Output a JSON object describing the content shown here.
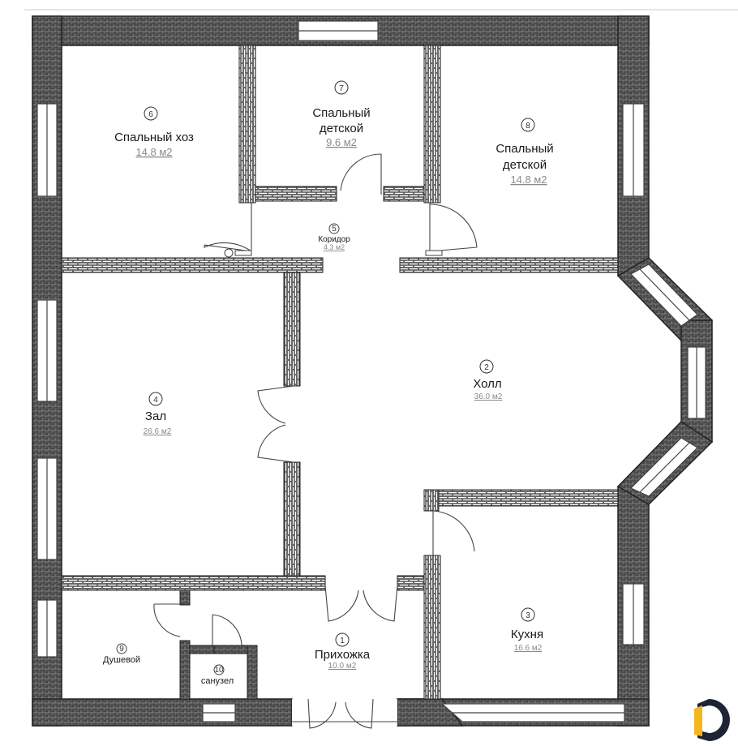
{
  "colors": {
    "wall": "#5c5c5c",
    "brick": "#b8b8b8",
    "window": "#ffffff",
    "accent": "#f5b51f",
    "logo_dark": "#1e2433"
  },
  "rooms": [
    {
      "num": "1",
      "name": "Прихожка",
      "area": "10.0 м2"
    },
    {
      "num": "2",
      "name": "Холл",
      "area": "36.0 м2"
    },
    {
      "num": "3",
      "name": "Кухня",
      "area": "16.6 м2"
    },
    {
      "num": "4",
      "name": "Зал",
      "area": "26.6 м2"
    },
    {
      "num": "5",
      "name": "Коридор",
      "area": "4.3 м2"
    },
    {
      "num": "6",
      "name": "Спальный  хоз",
      "area": "14.8 м2"
    },
    {
      "num": "7",
      "name_line1": "Спальный",
      "name_line2": "детской",
      "area": "9.6 м2"
    },
    {
      "num": "8",
      "name_line1": "Спальный",
      "name_line2": "детской",
      "area": "14.8 м2"
    },
    {
      "num": "9",
      "name": "Душевой"
    },
    {
      "num": "10",
      "name": "санузел"
    }
  ],
  "icons": {
    "logo": "brand-logo-icon"
  }
}
